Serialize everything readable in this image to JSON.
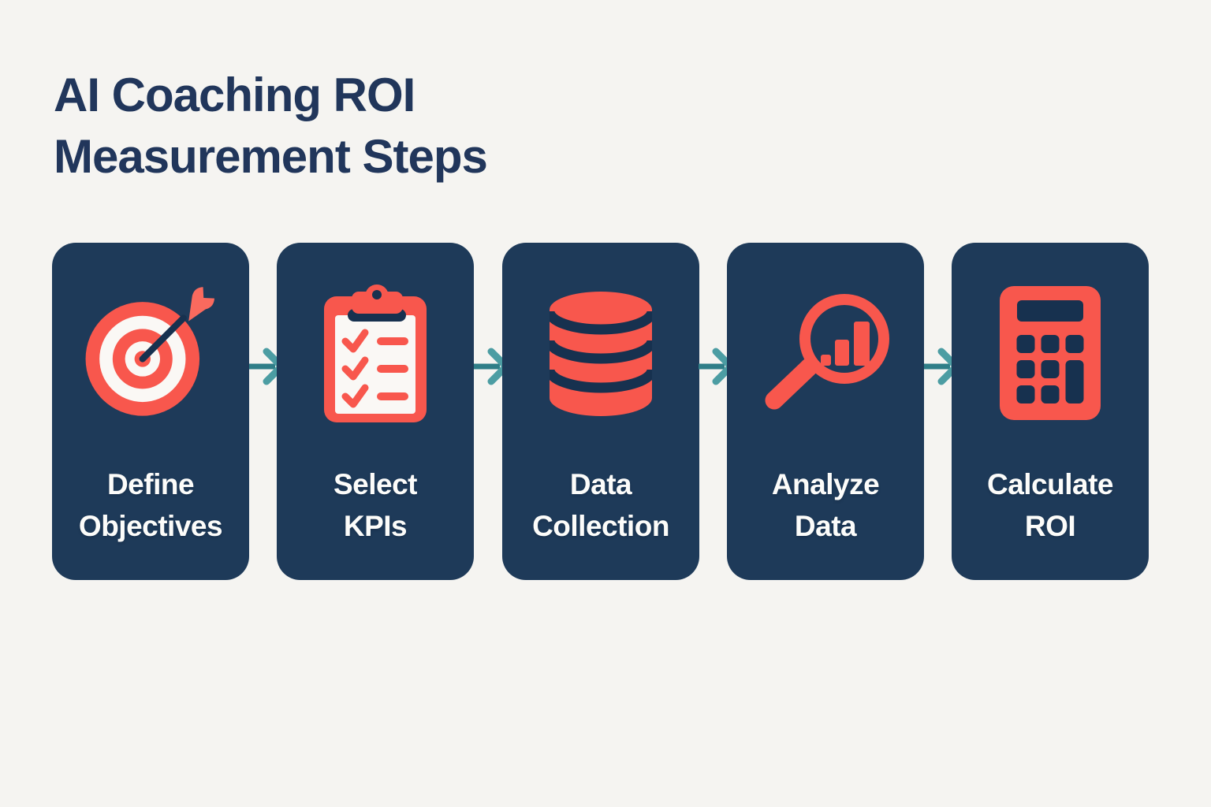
{
  "title": {
    "line1": "AI Coaching ROI",
    "line2": "Measurement Steps"
  },
  "steps": [
    {
      "icon": "target-icon",
      "label_line1": "Define",
      "label_line2": "Objectives"
    },
    {
      "icon": "clipboard-checklist-icon",
      "label_line1": "Select",
      "label_line2": "KPIs"
    },
    {
      "icon": "database-icon",
      "label_line1": "Data",
      "label_line2": "Collection"
    },
    {
      "icon": "magnifying-glass-chart-icon",
      "label_line1": "Analyze",
      "label_line2": "Data"
    },
    {
      "icon": "calculator-icon",
      "label_line1": "Calculate",
      "label_line2": "ROI"
    }
  ],
  "connectors": {
    "shape": "arrow-right",
    "count": 4
  },
  "colors": {
    "background": "#F5F4F1",
    "card_navy": "#1E3A59",
    "navy_dark": "#17314F",
    "accent_red": "#F8574D",
    "accent_red_light": "#F96A5E",
    "arrow_teal": "#2F7E88",
    "arrow_teal_light": "#4C9DA3",
    "title_navy": "#21365B",
    "label_white": "#FCFCFA",
    "paper_white": "#FAF8F5"
  }
}
